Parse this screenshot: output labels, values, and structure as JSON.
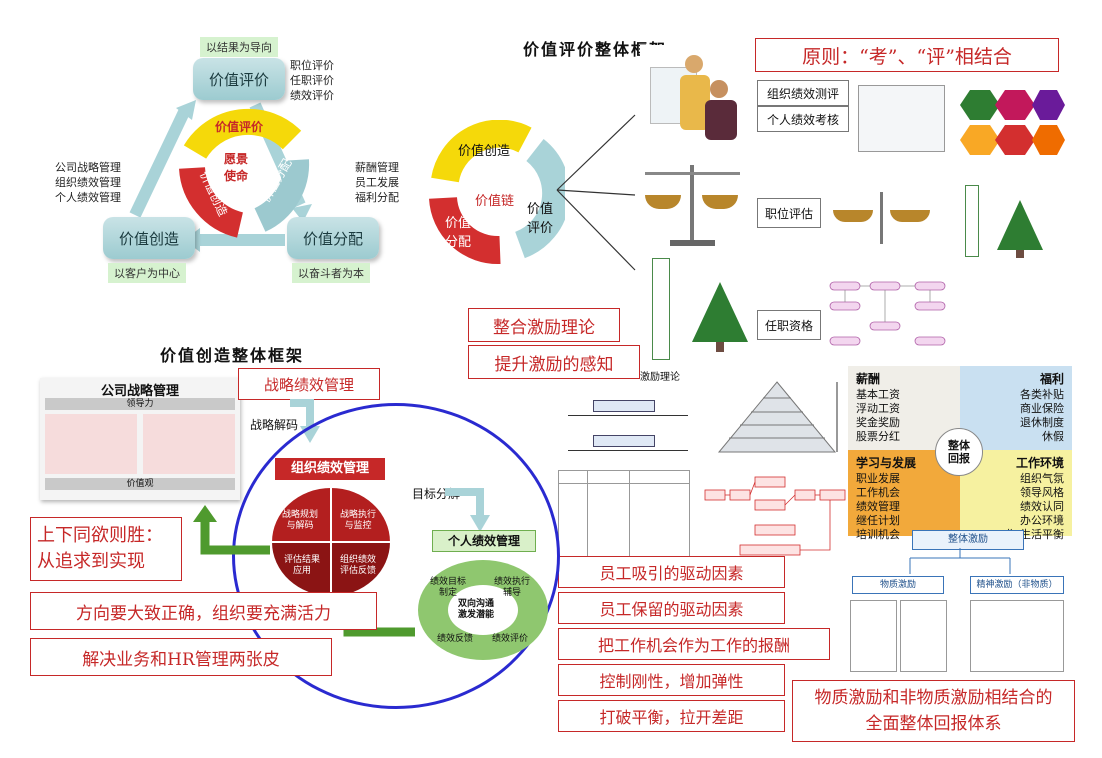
{
  "top_left_cycle": {
    "node_evaluate": "价值评价",
    "node_create": "价值创造",
    "node_distribute": "价值分配",
    "tag_top": "以结果为导向",
    "tag_left": "以客户为中心",
    "tag_right": "以奋斗者为本",
    "list_evaluate": "职位评价\n任职评价\n绩效评价",
    "list_create": "公司战略管理\n组织绩效管理\n个人绩效管理",
    "list_distribute": "薪酬管理\n员工发展\n福利分配",
    "arc_evaluate": "价值评价",
    "arc_create": "价值创造",
    "arc_distribute": "价值分配",
    "center": "愿景\n使命"
  },
  "value_eval_framework": {
    "title": "价值评价整体框架",
    "cycle_create": "价值创造",
    "cycle_chain": "价值链",
    "cycle_evaluate": "价值\n评价",
    "cycle_distribute": "价值\n分配",
    "principle": "原则：“考”、“评”相结合",
    "org_perf": "组织绩效测评",
    "personal_perf": "个人绩效考核",
    "job_eval": "职位评估",
    "qualification": "任职资格"
  },
  "incentive": {
    "integrate": "整合激励理论",
    "perception": "提升激励的感知",
    "theory_title": "激励理论",
    "reward_center": "整体\n回报",
    "q1_title": "薪酬",
    "q1_items": "基本工资\n浮动工资\n奖金奖励\n股票分红",
    "q2_title": "福利",
    "q2_items": "各类补贴\n商业保险\n退休制度\n休假",
    "q3_title": "学习与发展",
    "q3_items": "职业发展\n工作机会\n绩效管理\n继任计划\n培训机会",
    "q4_title": "工作环境",
    "q4_items": "组织气氛\n领导风格\n绩效认同\n办公环境\n工作/生活平衡",
    "overall": "整体激励",
    "material": "物质激励",
    "spiritual": "精神激励（非物质）",
    "summary": "物质激励和非物质激励相结合的全面整体回报体系"
  },
  "drivers": [
    "员工吸引的驱动因素",
    "员工保留的驱动因素",
    "把工作机会作为工作的报酬",
    "控制刚性，增加弹性",
    "打破平衡，拉开差距"
  ],
  "value_create_framework": {
    "title": "价值创造整体框架",
    "company_strategy": "公司战略管理",
    "leadership": "领导力",
    "values": "价值观",
    "strategic_perf": "战略绩效管理",
    "strategy_decode": "战略解码",
    "org_perf": "组织绩效管理",
    "quad1": "战略规划\n与解码",
    "quad2": "战略执行\n与监控",
    "quad3": "评估结果\n应用",
    "quad4": "组织绩效\n评估反馈",
    "target_decompose": "目标分解",
    "personal_perf": "个人绩效管理",
    "p1": "绩效目标\n制定",
    "p2": "绩效执行\n辅导",
    "p3": "绩效反馈",
    "p4": "绩效评价",
    "p_center": "双向沟通\n激发潜能",
    "slogan1": "上下同欲则胜：\n从追求到实现",
    "slogan2": "方向要大致正确，组织要充满活力",
    "slogan3": "解决业务和HR管理两张皮"
  }
}
